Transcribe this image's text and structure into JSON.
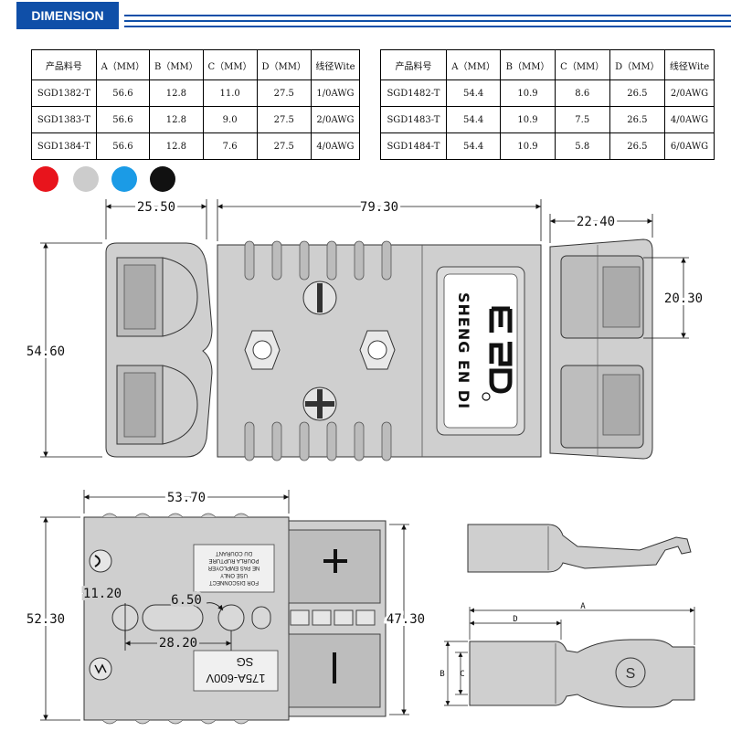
{
  "header": {
    "title": "DIMENSION"
  },
  "table_left": {
    "headers": [
      "产品料号",
      "A（MM）",
      "B（MM）",
      "C（MM）",
      "D（MM）",
      "线径Wite"
    ],
    "rows": [
      [
        "SGD1382-T",
        "56.6",
        "12.8",
        "11.0",
        "27.5",
        "1/0AWG"
      ],
      [
        "SGD1383-T",
        "56.6",
        "12.8",
        "9.0",
        "27.5",
        "2/0AWG"
      ],
      [
        "SGD1384-T",
        "56.6",
        "12.8",
        "7.6",
        "27.5",
        "4/0AWG"
      ]
    ]
  },
  "table_right": {
    "headers": [
      "产品料号",
      "A（MM）",
      "B（MM）",
      "C（MM）",
      "D（MM）",
      "线径Wite"
    ],
    "rows": [
      [
        "SGD1482-T",
        "54.4",
        "10.9",
        "8.6",
        "26.5",
        "2/0AWG"
      ],
      [
        "SGD1483-T",
        "54.4",
        "10.9",
        "7.5",
        "26.5",
        "4/0AWG"
      ],
      [
        "SGD1484-T",
        "54.4",
        "10.9",
        "5.8",
        "26.5",
        "6/0AWG"
      ]
    ]
  },
  "colors": {
    "swatches": [
      "#e8141c",
      "#cccccc",
      "#1b9be6",
      "#111111"
    ],
    "header_blue": "#0f4fa8",
    "body_grey": "#cfcfcf"
  },
  "dimensions": {
    "top_left_width": "25.50",
    "top_length": "79.30",
    "top_right_width": "22.40",
    "top_height": "54.60",
    "right_cavity": "20.30",
    "bottom_width": "53.70",
    "bottom_height": "52.30",
    "bottom_height_right": "47.30",
    "hole_small": "11.20",
    "hole_diameter": "6.50",
    "hole_spacing": "28.20",
    "terminal_A": "A",
    "terminal_B": "B",
    "terminal_C": "C",
    "terminal_D": "D"
  },
  "brand": {
    "name": "SHENG EN DI",
    "logo": "SED logo"
  },
  "label_text": {
    "line1": "FOR DISCONNECT",
    "line2": "USE ONLY",
    "line3": "NE PAS EMPLOYER",
    "line4": "POURLA RUPTURE",
    "line5": "DU COURANT"
  },
  "rating": {
    "brand": "SG",
    "rating": "175A-600V"
  },
  "terminal_mark": "S"
}
